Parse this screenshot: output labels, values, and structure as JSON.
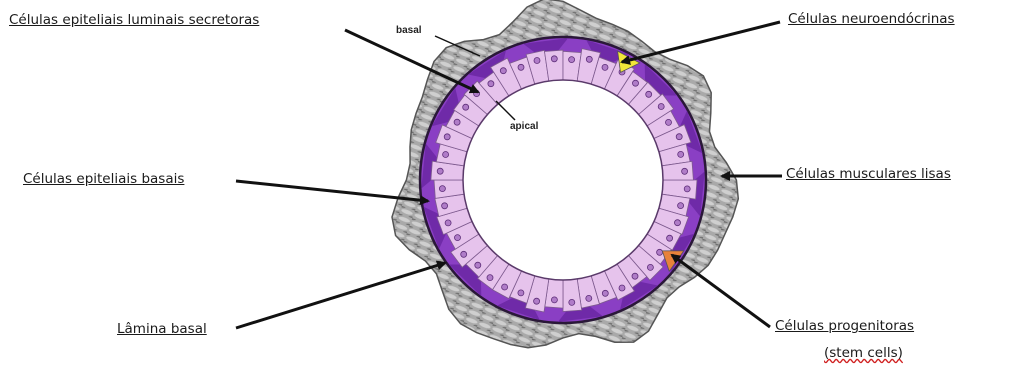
{
  "labels": {
    "luminal": "Células epiteliais luminais secretoras",
    "basal_cells": "Células epiteliais basais",
    "lamina": "Lâmina basal",
    "neuro": "Células neuroendócrinas",
    "smooth": "Células musculares lisas",
    "progenitor_line1": "Células progenitoras",
    "progenitor_line2": "(stem cells)",
    "basal_small": "basal",
    "apical_small": "apical"
  },
  "colors": {
    "stroma": "#8f8f8f",
    "basal_layer": "#8a3fc4",
    "luminal_cell": "#e6c3ec",
    "nucleus": "#b07cc8",
    "neuroendocrine": "#f2e63a",
    "progenitor": "#e8823a",
    "lumen": "#ffffff",
    "arrow": "#111111"
  },
  "diagram": {
    "luminal_cell_count": 44,
    "basal_cell_count": 14
  }
}
